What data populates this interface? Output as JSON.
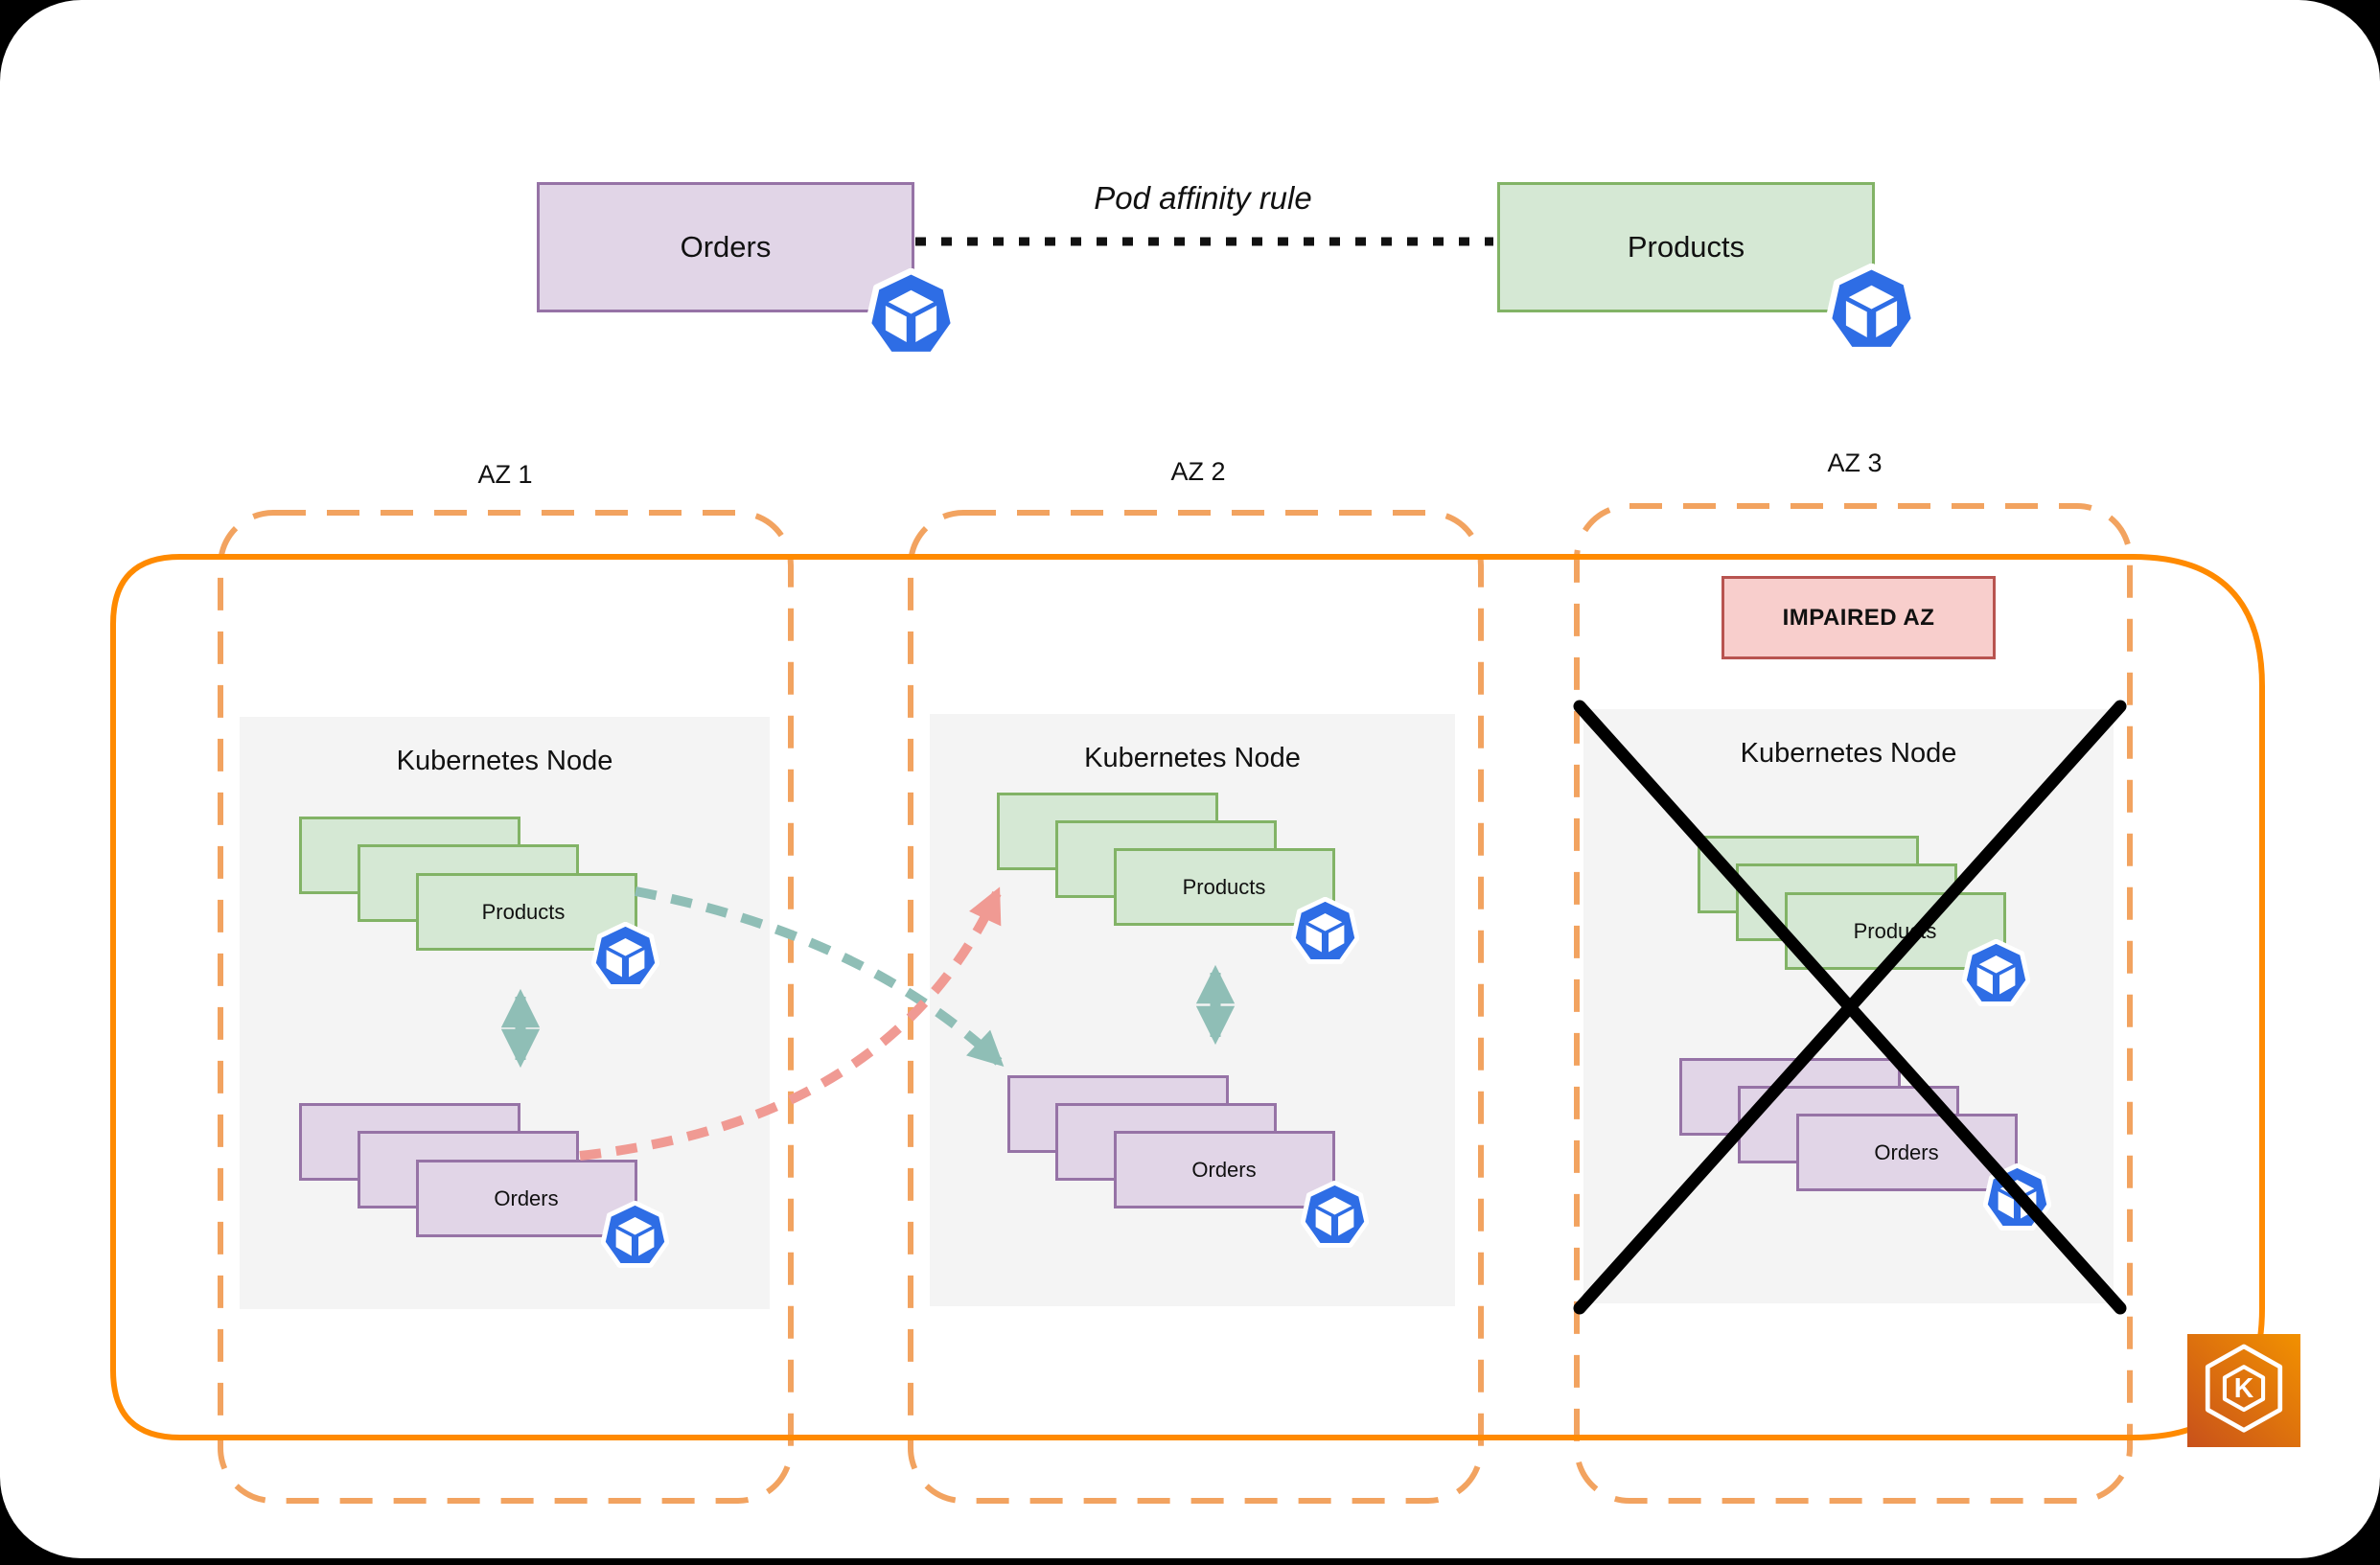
{
  "affinity": {
    "orders_label": "Orders",
    "products_label": "Products",
    "rule_label": "Pod affinity rule"
  },
  "zones": [
    {
      "label": "AZ 1",
      "node_title": "Kubernetes Node",
      "products_label": "Products",
      "orders_label": "Orders"
    },
    {
      "label": "AZ 2",
      "node_title": "Kubernetes Node",
      "products_label": "Products",
      "orders_label": "Orders"
    },
    {
      "label": "AZ 3",
      "node_title": "Kubernetes Node",
      "products_label": "Products",
      "orders_label": "Orders",
      "impaired_label": "IMPAIRED AZ"
    }
  ],
  "icons": {
    "pod": "kubernetes-pod-icon",
    "eks": "amazon-eks-icon",
    "eks_letter": "K"
  },
  "colors": {
    "az_boundary_dashed": "#F2A360",
    "cluster_boundary_solid": "#FF8A00",
    "products_fill": "#D5E8D4",
    "products_border": "#82B366",
    "orders_fill": "#E1D5E7",
    "orders_border": "#9673A6",
    "impaired_fill": "#F8CECC",
    "impaired_border": "#B85450",
    "affinity_arrow": "#8FBEB6",
    "reschedule_arrow": "#F09A93",
    "node_fill": "#F4F4F4",
    "pod_blue": "#2E6DE5",
    "failed_cross": "#000000"
  }
}
